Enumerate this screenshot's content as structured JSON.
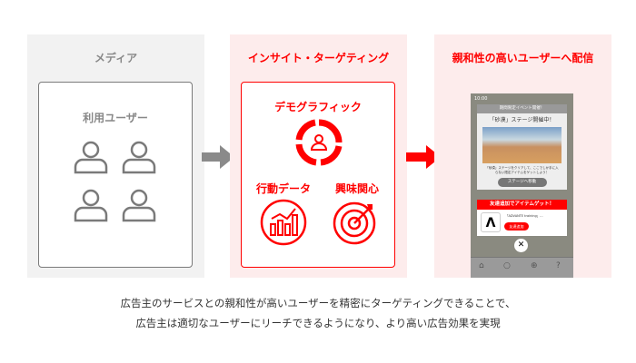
{
  "media": {
    "title": "メディア",
    "box_label": "利用ユーザー"
  },
  "targeting": {
    "title": "インサイト・ターゲティング",
    "demographic": "デモグラフィック",
    "behavior": "行動データ",
    "interest": "興味関心"
  },
  "delivery": {
    "title": "親和性の高いユーザーへ配信",
    "phone": {
      "time": "10:00",
      "banner": "期間限定イベント開催！",
      "headline": "「砂漠」ステージ開催中！",
      "body": "「砂漠」ステージをクリアして、ここでしか手に入らない限定アイテムをゲットしよう！",
      "stage_button": "ステージへ移動",
      "ad_title": "友達追加でアイテムゲット！",
      "ad_account": "「ADVANTE training」...",
      "ad_button": "友達追加"
    }
  },
  "caption": [
    "広告主のサービスとの親和性が高いユーザーを精密にターゲティングできることで、",
    "広告主は適切なユーザーにリーチできるようになり、より高い広告効果を実現"
  ],
  "colors": {
    "accent": "#ff0000",
    "gray": "#7a7a7a",
    "panel_gray": "#f2f2f2",
    "panel_pink": "#fdecec"
  }
}
